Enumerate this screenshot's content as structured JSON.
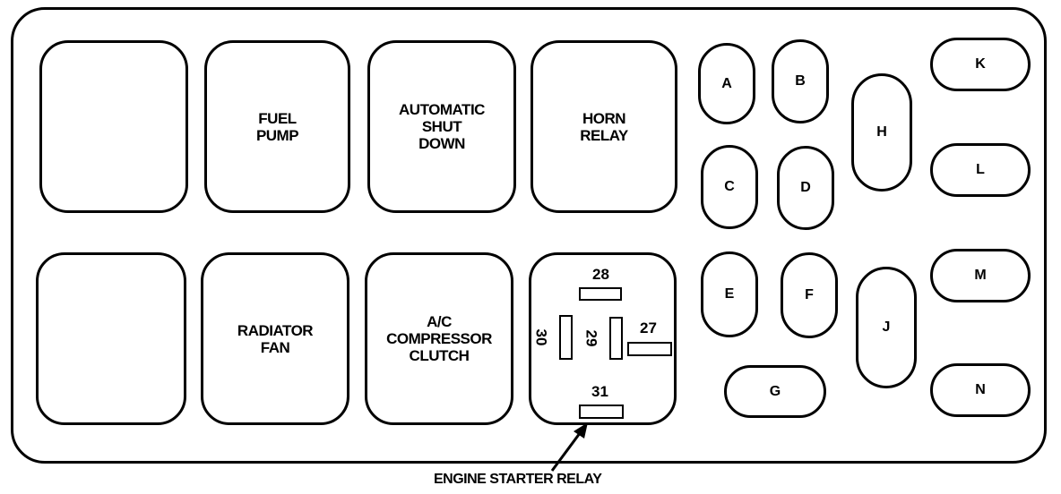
{
  "relays": {
    "r1": "",
    "r2": "FUEL\nPUMP",
    "r3": "AUTOMATIC\nSHUT\nDOWN",
    "r4": "HORN\nRELAY",
    "r5": "",
    "r6": "RADIATOR\nFAN",
    "r7": "A/C\nCOMPRESSOR\nCLUTCH"
  },
  "starter_relay": {
    "pin_top": "28",
    "pin_left": "30",
    "pin_center": "29",
    "pin_right": "27",
    "pin_bottom": "31"
  },
  "fuses": {
    "A": "A",
    "B": "B",
    "C": "C",
    "D": "D",
    "E": "E",
    "F": "F",
    "G": "G",
    "H": "H",
    "J": "J",
    "K": "K",
    "L": "L",
    "M": "M",
    "N": "N"
  },
  "caption": "ENGINE STARTER RELAY"
}
